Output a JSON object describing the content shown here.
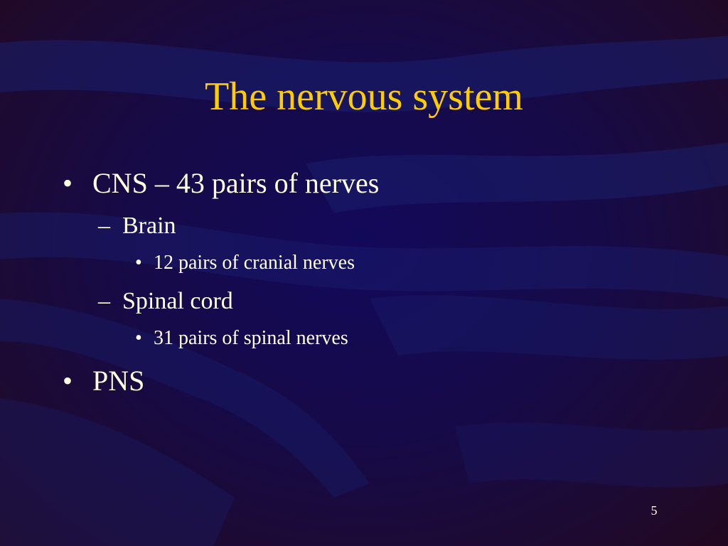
{
  "slide": {
    "title": "The nervous system",
    "bullets": [
      {
        "marker": "•",
        "text": "CNS – 43 pairs of nerves"
      },
      {
        "marker": "–",
        "text": "Brain"
      },
      {
        "marker": "•",
        "text": "12 pairs of cranial nerves"
      },
      {
        "marker": "–",
        "text": "Spinal cord"
      },
      {
        "marker": "•",
        "text": "31 pairs of spinal nerves"
      },
      {
        "marker": "•",
        "text": "PNS"
      }
    ],
    "page_number": "5"
  },
  "colors": {
    "title": "#ffcc00",
    "body_text": "#ffffe0",
    "background": "#150a3a",
    "wave": "#1a1f6e"
  }
}
